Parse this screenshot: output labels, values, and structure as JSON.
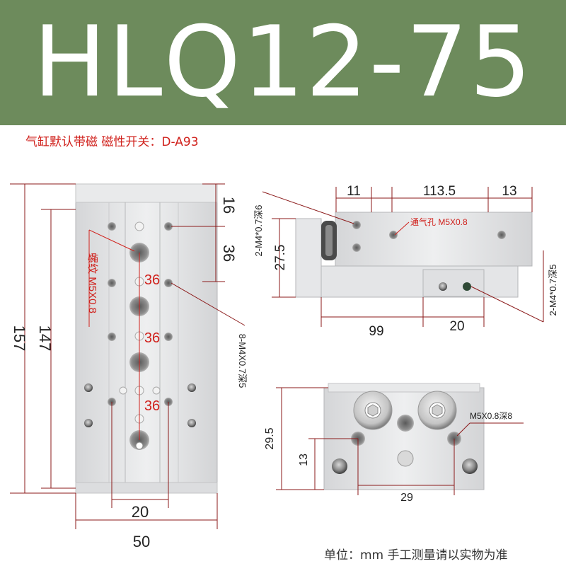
{
  "header": {
    "model": "HLQ12-75",
    "banner_color": "#6d8b5c"
  },
  "subtitle": "气缸默认带磁 磁性开关：D-A93",
  "footer": "单位：mm 手工测量请以实物为准",
  "colors": {
    "dimension_red": "#d0211c",
    "dimension_dark": "#8b1a1a",
    "body": "#e1e2e4"
  },
  "top_view": {
    "dims": {
      "width": "50",
      "slot_width": "20",
      "overall_length": "157",
      "hole_span": "147",
      "edge_offset": "16",
      "first_pitch": "36"
    },
    "pitches": [
      "36",
      "36",
      "36"
    ],
    "thread_label": "螺纹 M5X0.8",
    "hole_callout": "8-M4X0.7深5"
  },
  "side_view": {
    "dims": {
      "left_offset": "11",
      "port_span": "113.5",
      "right_offset": "13",
      "height": "27.5",
      "base_length": "99",
      "base_span": "20"
    },
    "left_callout": "2-M4*0.7深6",
    "right_callout": "2-M4*0.7深5",
    "port_label": "通气孔 M5X0.8"
  },
  "end_view": {
    "dims": {
      "height": "29.5",
      "hole_height": "13",
      "hole_span": "29"
    },
    "port_label": "M5X0.8深8"
  }
}
